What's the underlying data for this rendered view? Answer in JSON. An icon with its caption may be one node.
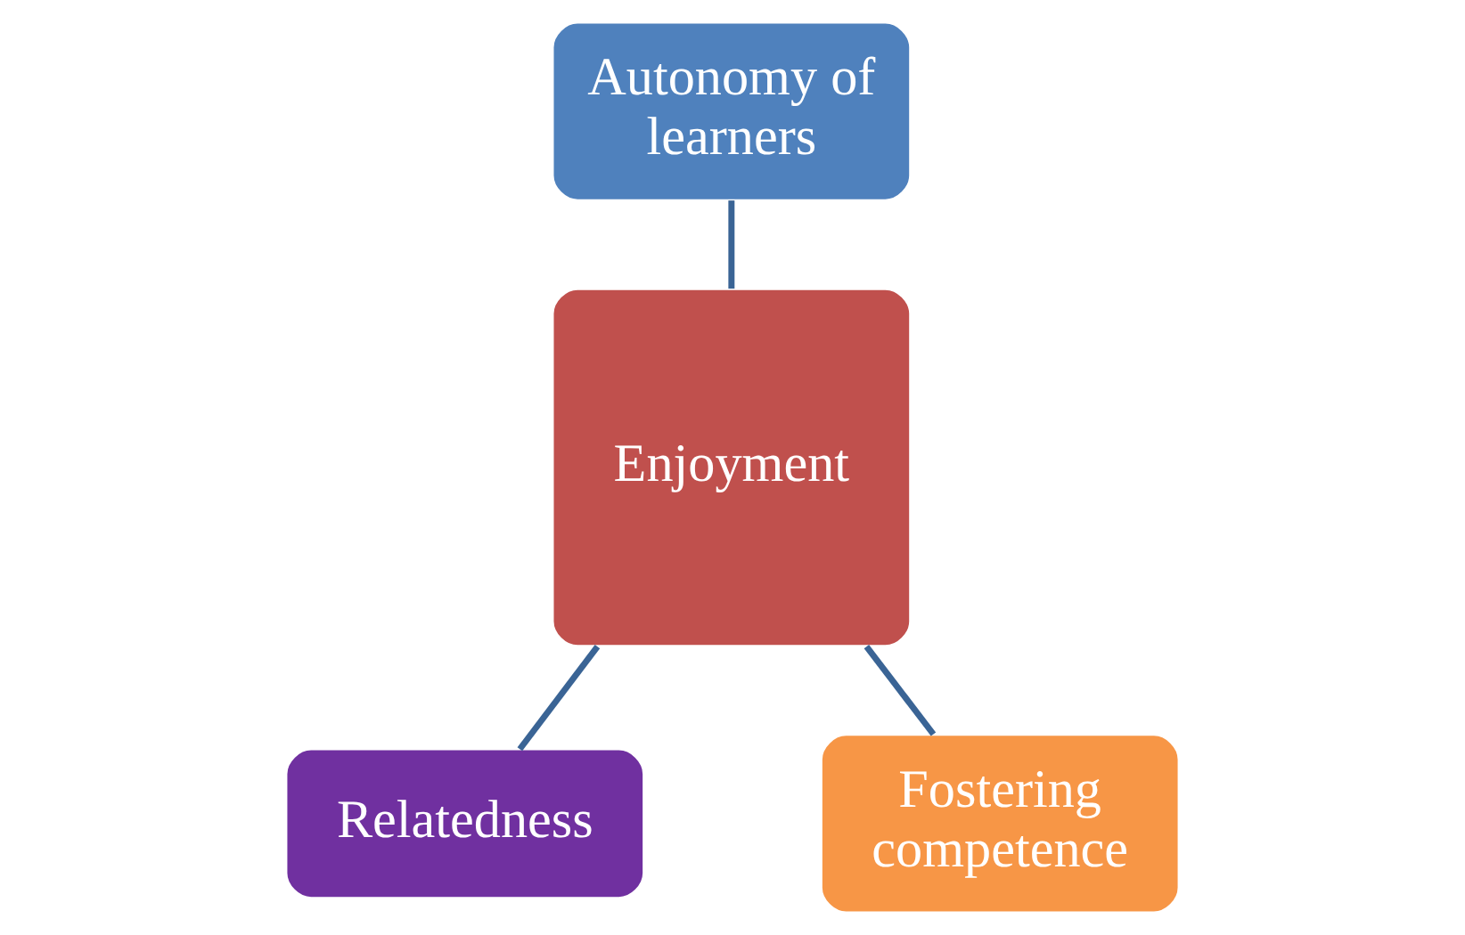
{
  "diagram": {
    "nodes": [
      {
        "text": [
          "Autonomy of learners"
        ]
      },
      {
        "text": [
          "Enjoyment"
        ]
      },
      {
        "text": [
          "Relatedness"
        ]
      },
      {
        "text": [
          "Fostering competence"
        ]
      }
    ],
    "edges": [
      {
        "from": 0,
        "to": 1,
        "arrow": "none"
      },
      {
        "from": 1,
        "to": 2,
        "arrow": "none"
      },
      {
        "from": 1,
        "to": 3,
        "arrow": "none"
      }
    ]
  }
}
